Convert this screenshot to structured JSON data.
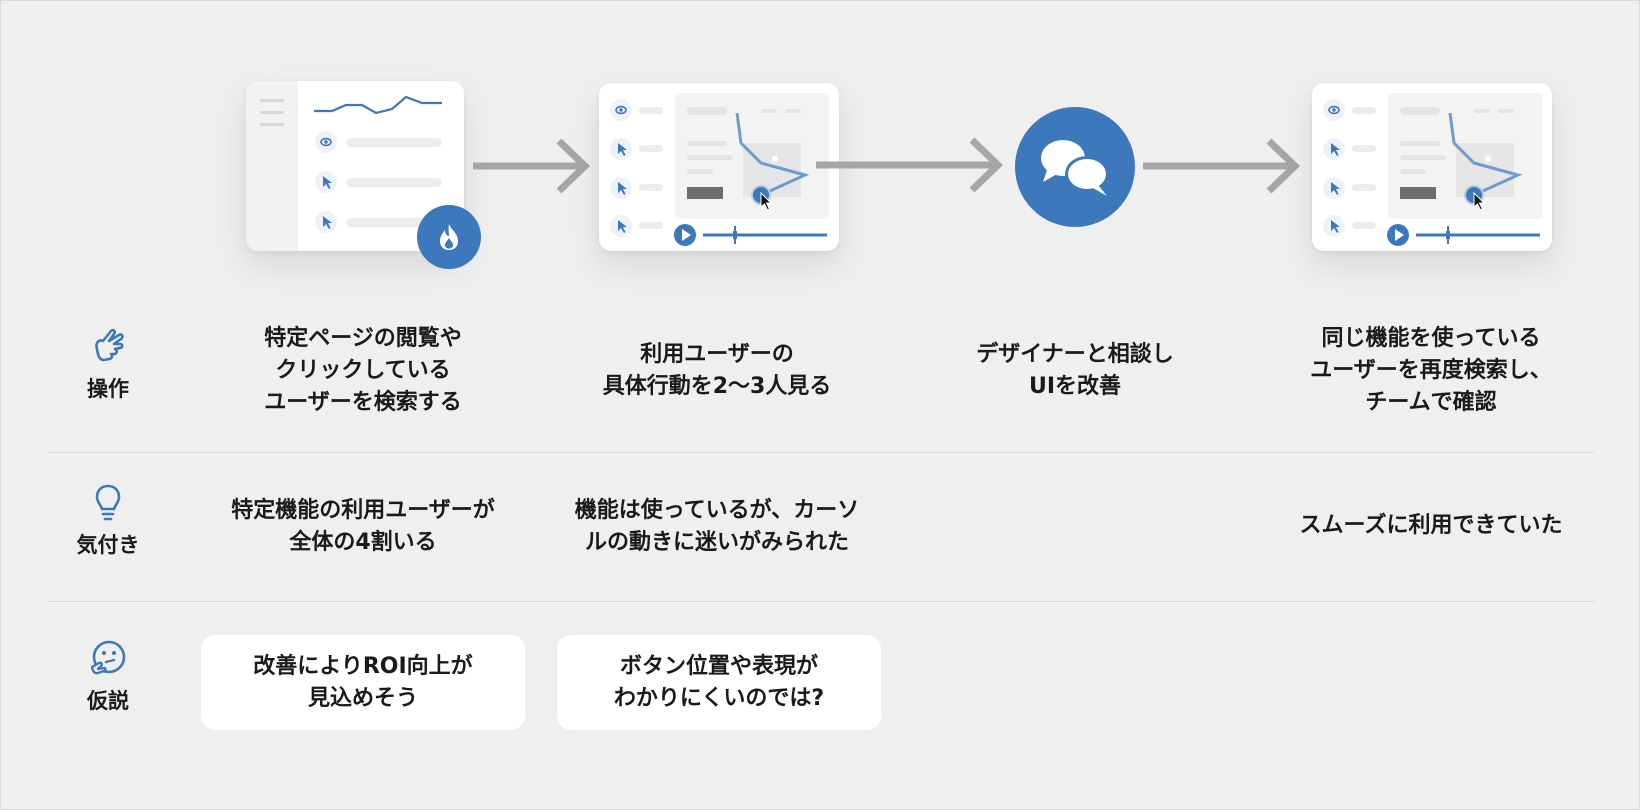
{
  "steps": [
    {
      "action": "特定ページの閲覧や\nクリックしている\nユーザーを検索する"
    },
    {
      "action": "利用ユーザーの\n具体行動を2〜3人見る"
    },
    {
      "action": "デザイナーと相談し\nUIを改善"
    },
    {
      "action": "同じ機能を使っている\nユーザーを再度検索し、\nチームで確認"
    }
  ],
  "rows": {
    "operation": {
      "label": "操作",
      "icon": "pointing-hand-icon"
    },
    "insight": {
      "label": "気付き",
      "icon": "lightbulb-icon",
      "cells": [
        "特定機能の利用ユーザーが\n全体の4割いる",
        "機能は使っているが、カーソ\nルの動きに迷いがみられた",
        "",
        "スムーズに利用できていた"
      ]
    },
    "hypothesis": {
      "label": "仮説",
      "icon": "thinking-face-icon",
      "cells": [
        "改善によりROI向上が\n見込めそう",
        "ボタン位置や表現が\nわかりにくいのでは?"
      ]
    }
  },
  "colors": {
    "accent": "#3d78bc",
    "arrow": "#a6a6a6",
    "background": "#efefef",
    "divider": "#d8d8d8"
  }
}
